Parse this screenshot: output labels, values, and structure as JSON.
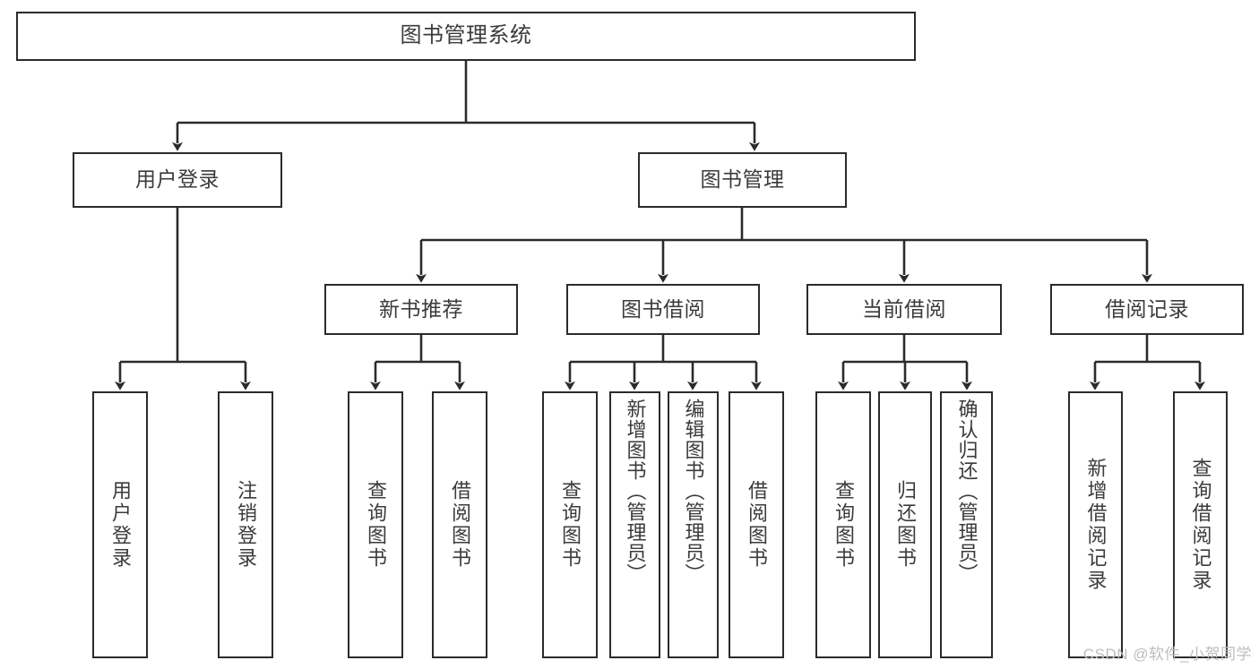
{
  "diagram": {
    "type": "tree-hierarchy",
    "title": "图书管理系统",
    "watermark": "CSDN @软件_小贺同学",
    "colors": {
      "box_border": "#2b2b2b",
      "box_fill": "#ffffff",
      "edge": "#2b2b2b",
      "text": "#3b3b3b",
      "watermark": "#bdbdbd",
      "background": "#ffffff"
    },
    "levels": {
      "root": "图书管理系统",
      "level1": [
        "用户登录",
        "图书管理"
      ],
      "level2": [
        "新书推荐",
        "图书借阅",
        "当前借阅",
        "借阅记录"
      ],
      "level3_count": 13
    },
    "nodes": {
      "root": {
        "label": "图书管理系统"
      },
      "user_login": {
        "label": "用户登录"
      },
      "book_manage": {
        "label": "图书管理"
      },
      "new_book_rec": {
        "label": "新书推荐"
      },
      "book_borrow": {
        "label": "图书借阅"
      },
      "current_borrow": {
        "label": "当前借阅"
      },
      "borrow_record": {
        "label": "借阅记录"
      },
      "leaf_user_login": {
        "label": "用户登录"
      },
      "leaf_logout": {
        "label": "注销登录"
      },
      "leaf_query_book_1": {
        "label": "查询图书"
      },
      "leaf_borrow_book_1": {
        "label": "借阅图书"
      },
      "leaf_query_book_2": {
        "label": "查询图书"
      },
      "leaf_add_book_admin": {
        "label": "新增图书（管理员）"
      },
      "leaf_edit_book_admin": {
        "label": "编辑图书（管理员）"
      },
      "leaf_borrow_book_2": {
        "label": "借阅图书"
      },
      "leaf_query_book_3": {
        "label": "查询图书"
      },
      "leaf_return_book": {
        "label": "归还图书"
      },
      "leaf_confirm_return_admin": {
        "label": "确认归还（管理员）"
      },
      "leaf_add_record": {
        "label": "新增借阅记录"
      },
      "leaf_query_record": {
        "label": "查询借阅记录"
      }
    },
    "edges": [
      {
        "from": "root",
        "to": "user_login"
      },
      {
        "from": "root",
        "to": "book_manage"
      },
      {
        "from": "user_login",
        "to": "leaf_user_login"
      },
      {
        "from": "user_login",
        "to": "leaf_logout"
      },
      {
        "from": "book_manage",
        "to": "new_book_rec"
      },
      {
        "from": "book_manage",
        "to": "book_borrow"
      },
      {
        "from": "book_manage",
        "to": "current_borrow"
      },
      {
        "from": "book_manage",
        "to": "borrow_record"
      },
      {
        "from": "new_book_rec",
        "to": "leaf_query_book_1"
      },
      {
        "from": "new_book_rec",
        "to": "leaf_borrow_book_1"
      },
      {
        "from": "book_borrow",
        "to": "leaf_query_book_2"
      },
      {
        "from": "book_borrow",
        "to": "leaf_add_book_admin"
      },
      {
        "from": "book_borrow",
        "to": "leaf_edit_book_admin"
      },
      {
        "from": "book_borrow",
        "to": "leaf_borrow_book_2"
      },
      {
        "from": "current_borrow",
        "to": "leaf_query_book_3"
      },
      {
        "from": "current_borrow",
        "to": "leaf_return_book"
      },
      {
        "from": "current_borrow",
        "to": "leaf_confirm_return_admin"
      },
      {
        "from": "borrow_record",
        "to": "leaf_add_record"
      },
      {
        "from": "borrow_record",
        "to": "leaf_query_record"
      }
    ]
  }
}
